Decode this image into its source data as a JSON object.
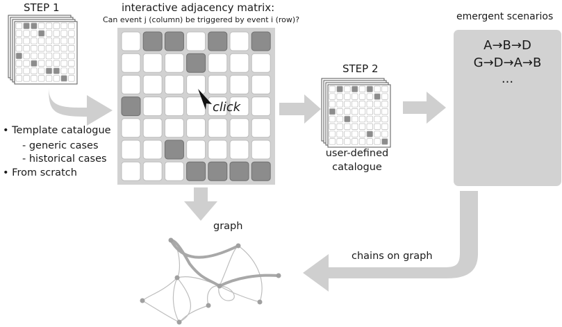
{
  "step1": {
    "title": "STEP 1",
    "bullets": [
      "• Template catalogue",
      "- generic cases",
      "- historical cases",
      "• From scratch"
    ]
  },
  "matrix": {
    "title": "interactive adjacency matrix:",
    "subtitle": "Can event j (column) be triggered by event i (row)?",
    "click_label": "click",
    "rows": 7,
    "cols": 7,
    "filled": [
      [
        0,
        1
      ],
      [
        0,
        2
      ],
      [
        0,
        4
      ],
      [
        0,
        6
      ],
      [
        1,
        3
      ],
      [
        3,
        0
      ],
      [
        5,
        2
      ],
      [
        6,
        3
      ],
      [
        6,
        4
      ],
      [
        6,
        5
      ],
      [
        6,
        6
      ]
    ]
  },
  "step2": {
    "title": "STEP 2",
    "catalogue_label_line1": "user-defined",
    "catalogue_label_line2": "catalogue"
  },
  "scenarios": {
    "title": "emergent scenarios",
    "line1": "A→B→D",
    "line2": "G→D→A→B",
    "line3": "..."
  },
  "graph": {
    "label": "graph"
  },
  "chains": {
    "label": "chains on graph"
  },
  "colors": {
    "panel": "#d2d2d2",
    "cell": "#ffffff",
    "cell_filled": "#8c8c8c",
    "arrow": "#cfcfcf",
    "graph_thick": "#a8a8a8",
    "graph_thin": "#bdbdbd",
    "node": "#a0a0a0"
  }
}
